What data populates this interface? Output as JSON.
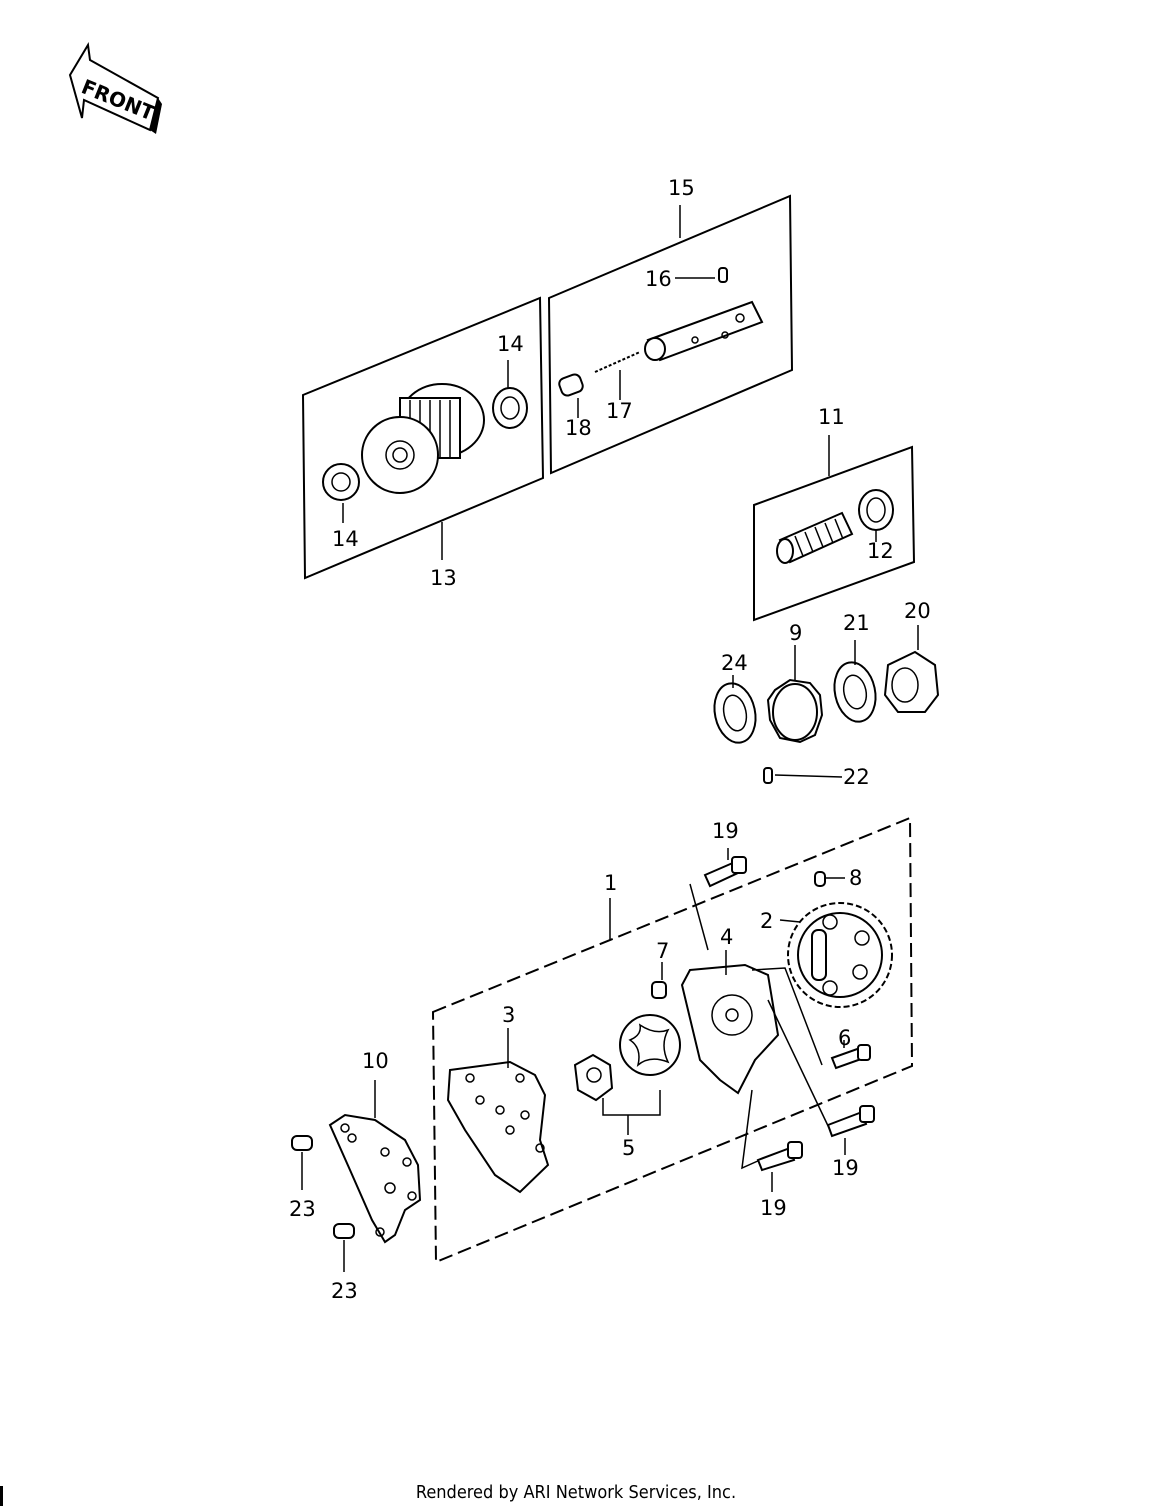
{
  "diagram": {
    "front_label": "FRONT",
    "footer": "Rendered by ARI Network Services, Inc.",
    "callouts": [
      "1",
      "2",
      "3",
      "4",
      "5",
      "6",
      "7",
      "8",
      "9",
      "10",
      "11",
      "12",
      "13",
      "14",
      "14",
      "15",
      "16",
      "17",
      "18",
      "19",
      "19",
      "19",
      "20",
      "21",
      "22",
      "23",
      "23",
      "24"
    ]
  }
}
